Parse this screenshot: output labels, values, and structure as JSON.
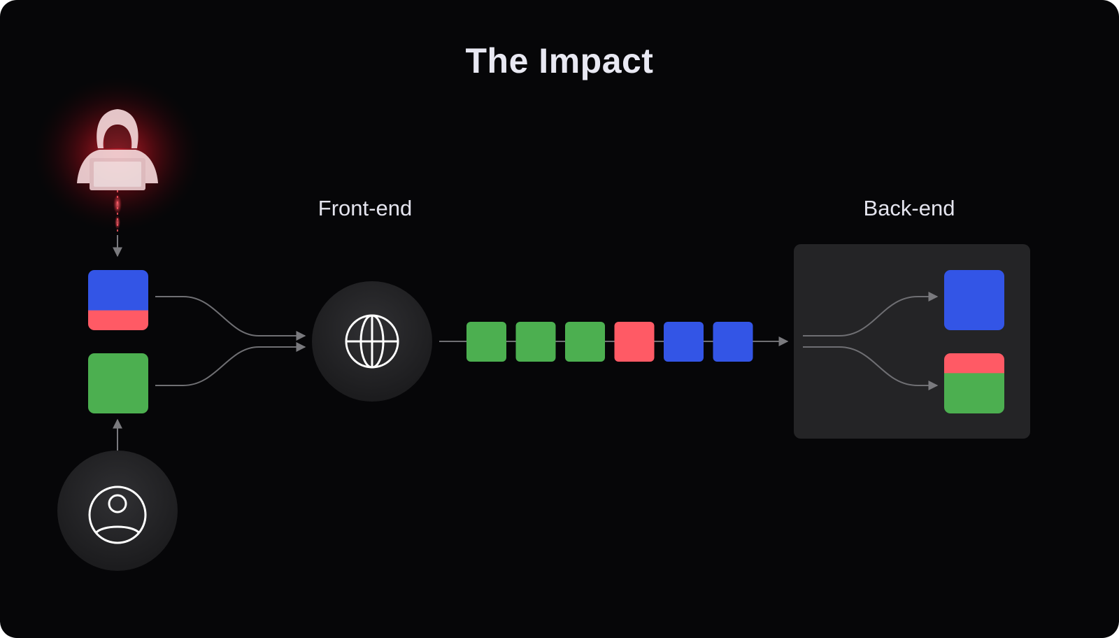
{
  "title": "The Impact",
  "labels": {
    "frontend": "Front-end",
    "backend": "Back-end"
  },
  "icons": {
    "attacker": "hooded-hacker-icon",
    "user": "user-avatar-icon",
    "frontend": "globe-icon"
  },
  "colors": {
    "background": "#060608",
    "green": "#4CAF50",
    "blue": "#3355E6",
    "red": "#FF5A65",
    "glow": "#ff2a3a",
    "backend_panel": "#242426",
    "connector": "#7a7a7e"
  },
  "requests": {
    "attacker": [
      "blue",
      "red"
    ],
    "user": [
      "green"
    ]
  },
  "pipeline": [
    "green",
    "green",
    "green",
    "red",
    "blue",
    "blue"
  ],
  "backend_received": [
    [
      "blue"
    ],
    [
      "red",
      "green"
    ]
  ]
}
